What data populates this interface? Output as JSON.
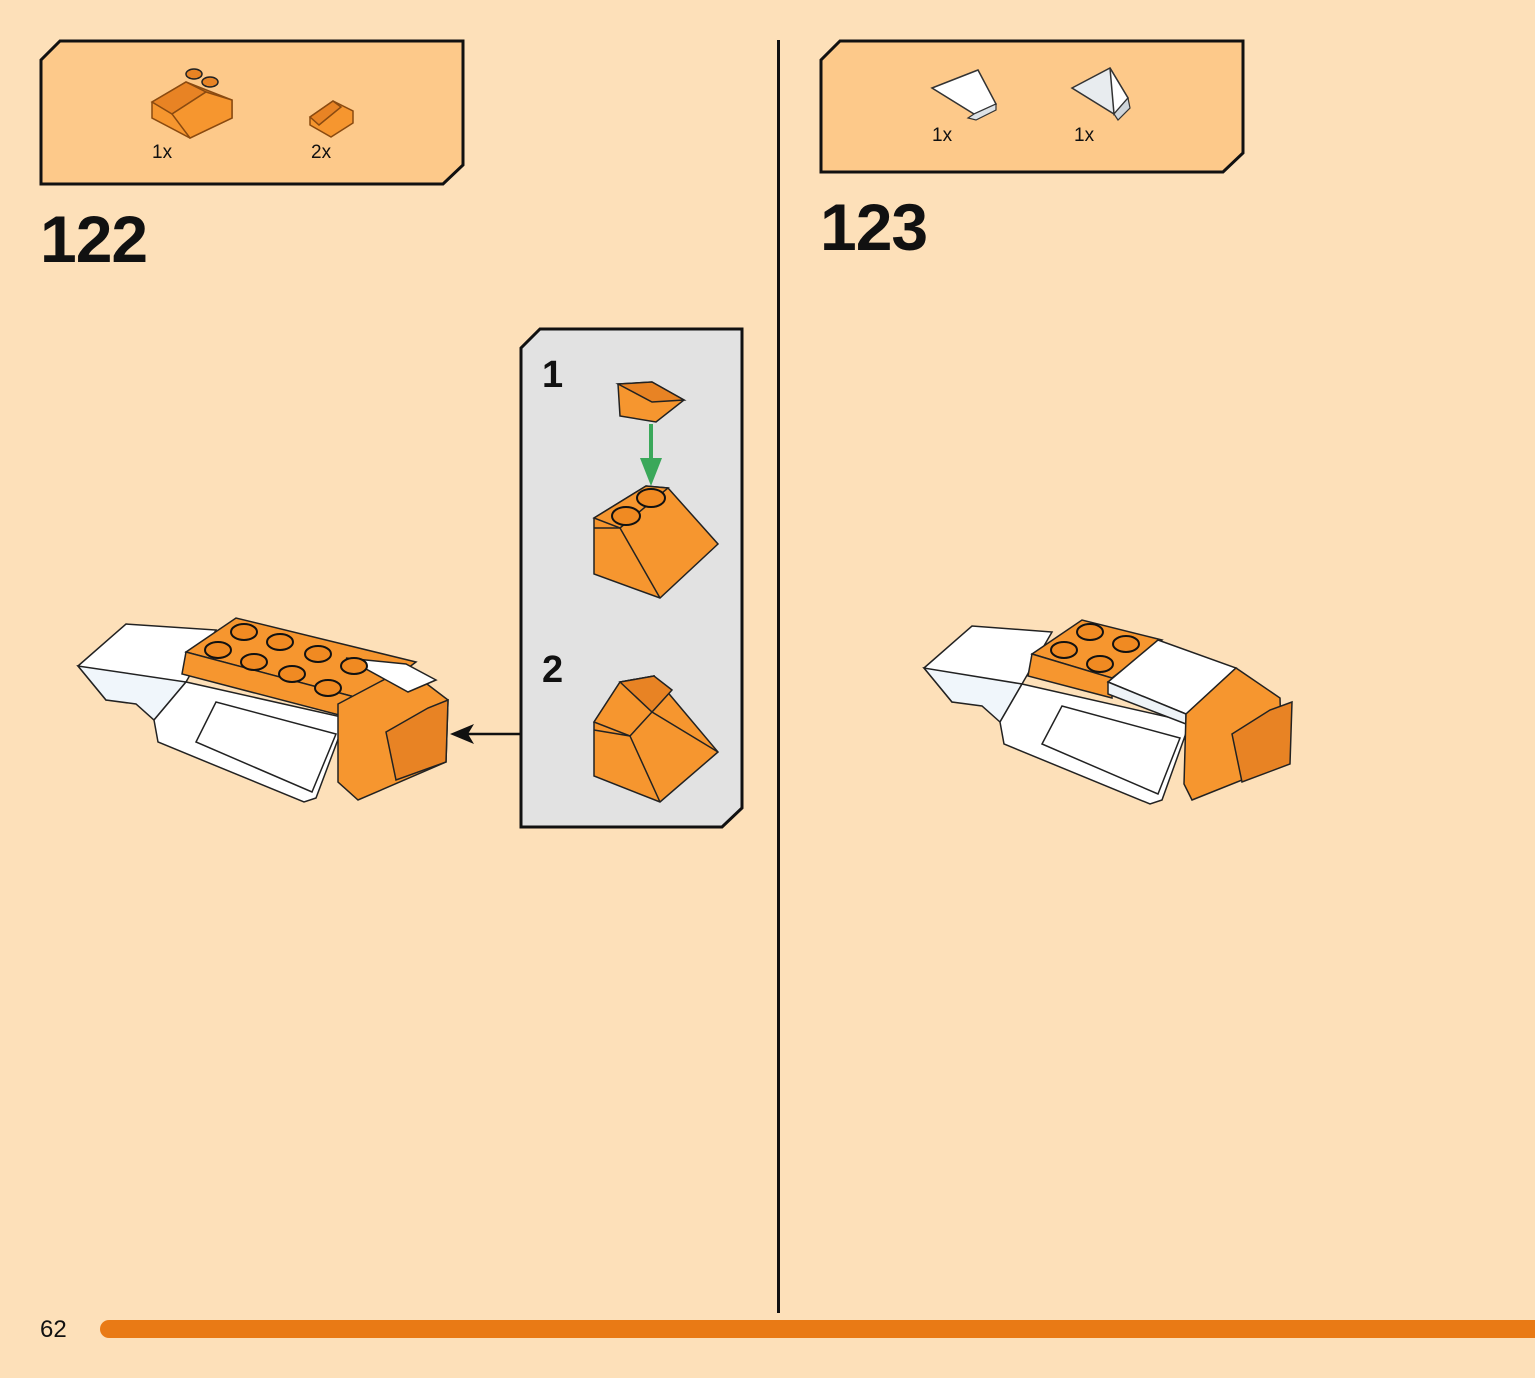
{
  "page": {
    "number": "62"
  },
  "colors": {
    "background": "#fde0b9",
    "panel": "#fdc98a",
    "brick_orange": "#f6962f",
    "brick_white": "#ffffff",
    "arrow_green": "#3aa85a",
    "progress": "#e97a15",
    "subpanel": "#e2e2e2"
  },
  "steps": [
    {
      "number": "122",
      "parts": [
        {
          "icon": "orange-2x2-slope-brick-icon",
          "qty": "1x"
        },
        {
          "icon": "orange-1x1-slope-icon",
          "qty": "2x"
        }
      ],
      "substeps": [
        {
          "number": "1"
        },
        {
          "number": "2"
        }
      ]
    },
    {
      "number": "123",
      "parts": [
        {
          "icon": "white-wedge-left-icon",
          "qty": "1x"
        },
        {
          "icon": "white-wedge-right-icon",
          "qty": "1x"
        }
      ]
    }
  ]
}
